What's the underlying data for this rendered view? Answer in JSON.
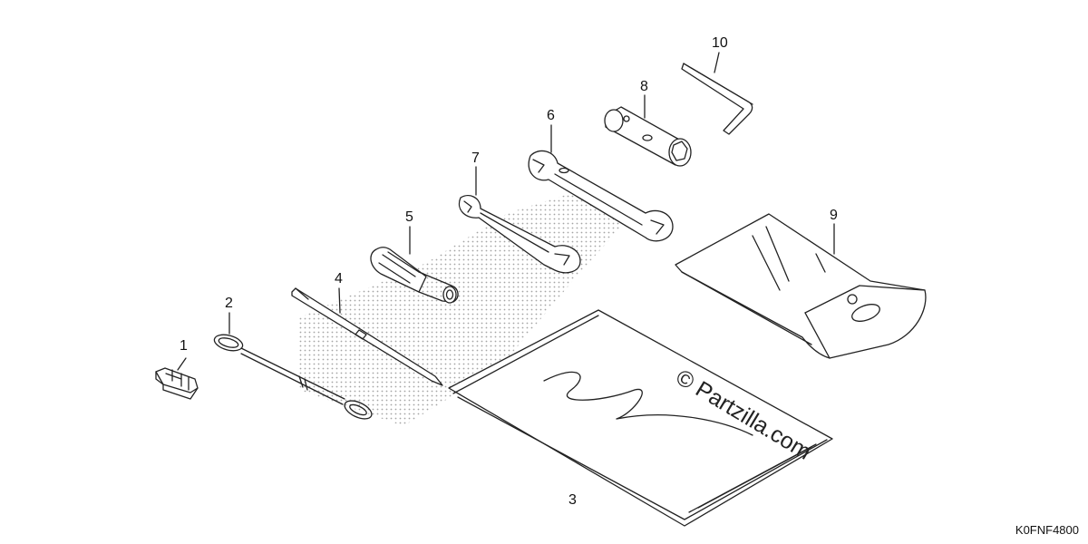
{
  "callouts": {
    "c1": "1",
    "c2": "2",
    "c3": "3",
    "c4": "4",
    "c5": "5",
    "c6": "6",
    "c7": "7",
    "c8": "8",
    "c9": "9",
    "c10": "10"
  },
  "watermark": "© Partzilla.com",
  "diagram_code": "K0FNF4800",
  "colors": {
    "line": "#222222",
    "shade": "#9a9a9a",
    "background": "#ffffff"
  }
}
